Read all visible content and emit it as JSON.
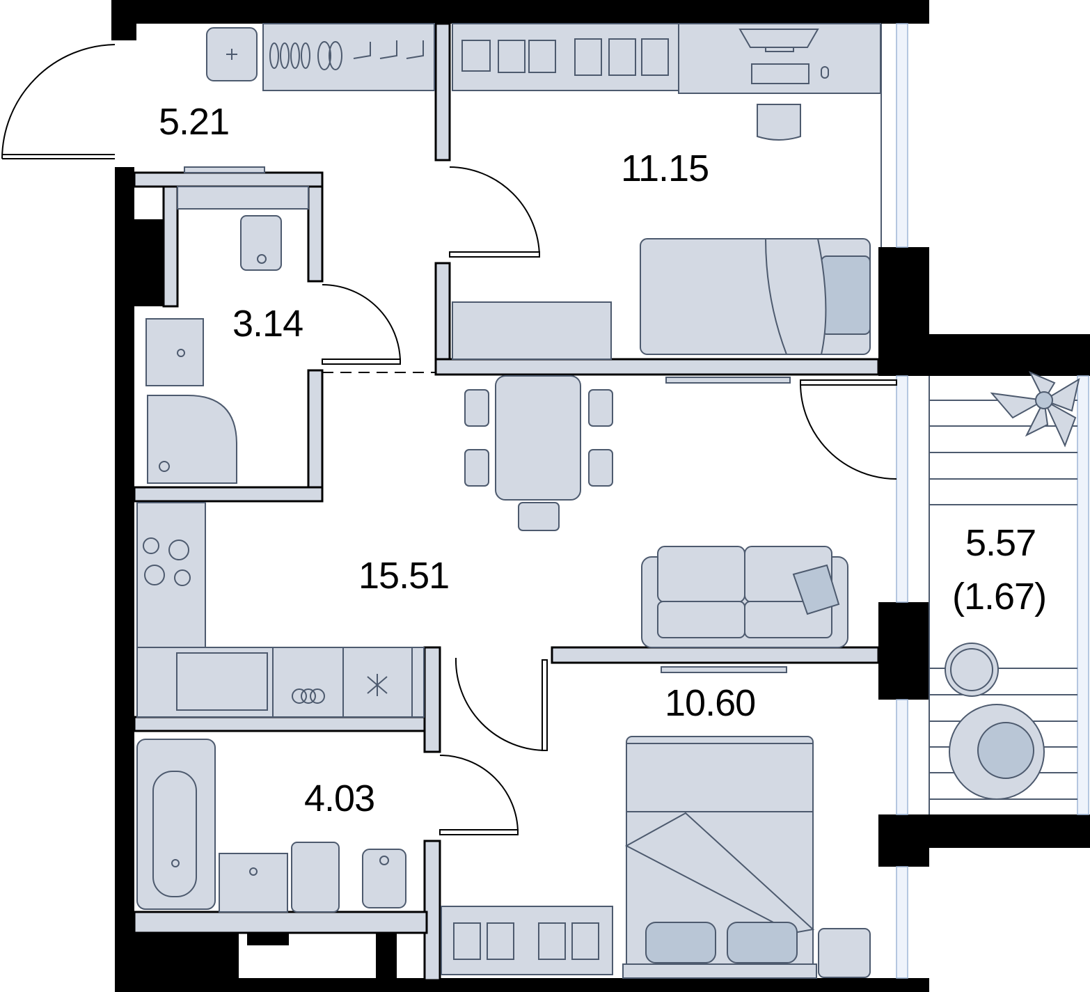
{
  "plan": {
    "rooms": [
      {
        "id": "hallway",
        "area": "5.21"
      },
      {
        "id": "bedroom-1",
        "area": "11.15"
      },
      {
        "id": "bathroom-small",
        "area": "3.14"
      },
      {
        "id": "kitchen-living",
        "area": "15.51"
      },
      {
        "id": "balcony",
        "area": "5.57",
        "area_reduced": "(1.67)"
      },
      {
        "id": "bedroom-2",
        "area": "10.60"
      },
      {
        "id": "bathroom",
        "area": "4.03"
      }
    ],
    "colors": {
      "wall": "#000000",
      "furniture_fill": "#d3d9e3",
      "furniture_stroke": "#4d5a6e",
      "glass": "#9fb6d6"
    },
    "icons": [
      "wardrobe-icon",
      "desk-icon",
      "bed-icon",
      "toilet-icon",
      "sink-icon",
      "shower-icon",
      "stove-icon",
      "dining-table-icon",
      "sofa-icon",
      "tv-icon",
      "bathtub-icon",
      "washing-machine-icon",
      "plant-icon",
      "armchair-icon",
      "coffee-table-icon"
    ]
  }
}
